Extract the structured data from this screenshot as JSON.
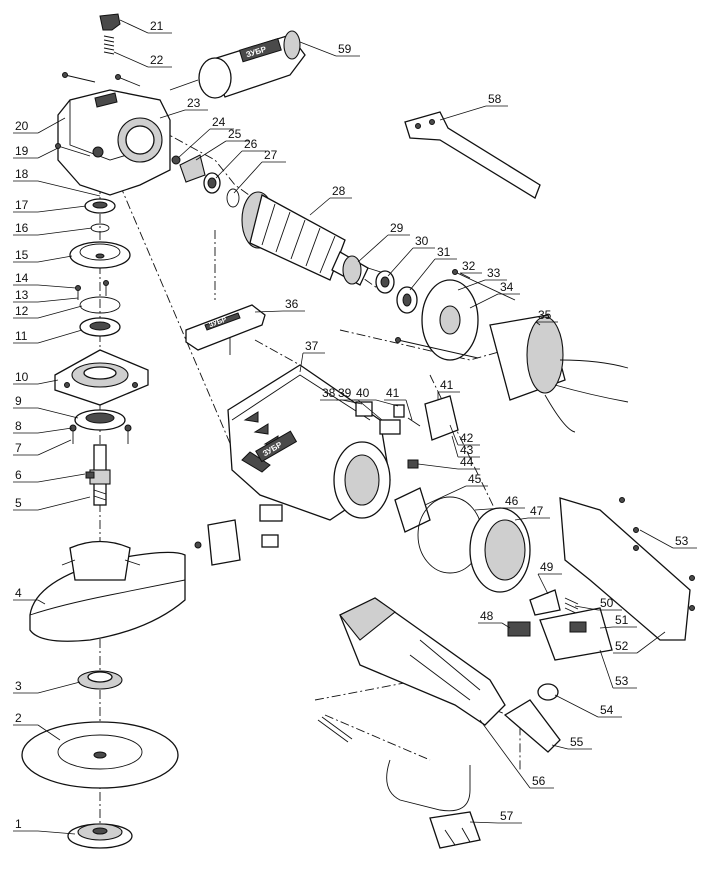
{
  "callouts": [
    {
      "label": "1"
    },
    {
      "label": "2"
    },
    {
      "label": "3"
    },
    {
      "label": "4"
    },
    {
      "label": "5"
    },
    {
      "label": "6"
    },
    {
      "label": "7"
    },
    {
      "label": "8"
    },
    {
      "label": "9"
    },
    {
      "label": "10"
    },
    {
      "label": "11"
    },
    {
      "label": "12"
    },
    {
      "label": "13"
    },
    {
      "label": "14"
    },
    {
      "label": "15"
    },
    {
      "label": "16"
    },
    {
      "label": "17"
    },
    {
      "label": "18"
    },
    {
      "label": "19"
    },
    {
      "label": "20"
    },
    {
      "label": "21"
    },
    {
      "label": "22"
    },
    {
      "label": "23"
    },
    {
      "label": "24"
    },
    {
      "label": "25"
    },
    {
      "label": "26"
    },
    {
      "label": "27"
    },
    {
      "label": "28"
    },
    {
      "label": "29"
    },
    {
      "label": "30"
    },
    {
      "label": "31"
    },
    {
      "label": "32"
    },
    {
      "label": "33"
    },
    {
      "label": "34"
    },
    {
      "label": "35"
    },
    {
      "label": "36"
    },
    {
      "label": "37"
    },
    {
      "label": "38"
    },
    {
      "label": "39"
    },
    {
      "label": "40"
    },
    {
      "label": "41"
    },
    {
      "label": "41"
    },
    {
      "label": "42"
    },
    {
      "label": "43"
    },
    {
      "label": "44"
    },
    {
      "label": "45"
    },
    {
      "label": "46"
    },
    {
      "label": "47"
    },
    {
      "label": "48"
    },
    {
      "label": "49"
    },
    {
      "label": "50"
    },
    {
      "label": "51"
    },
    {
      "label": "52"
    },
    {
      "label": "53"
    },
    {
      "label": "53"
    },
    {
      "label": "54"
    },
    {
      "label": "55"
    },
    {
      "label": "56"
    },
    {
      "label": "57"
    },
    {
      "label": "58"
    },
    {
      "label": "59"
    }
  ],
  "brand": {
    "logo_text": "ЗУБР"
  }
}
